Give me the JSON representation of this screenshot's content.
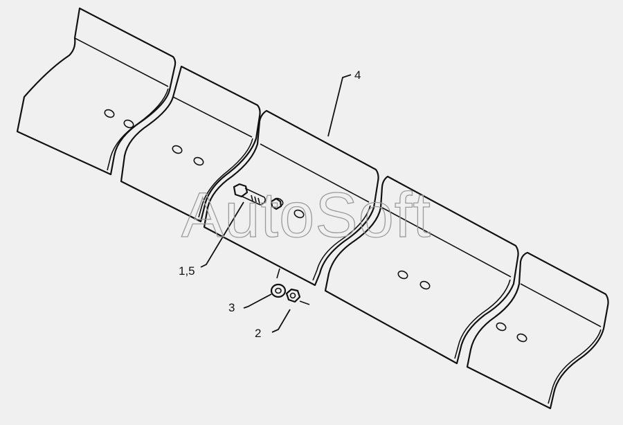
{
  "watermark": "AutoSoft",
  "callouts": {
    "blade": "4",
    "bolt": "1,5",
    "washer": "3",
    "nut": "2"
  }
}
